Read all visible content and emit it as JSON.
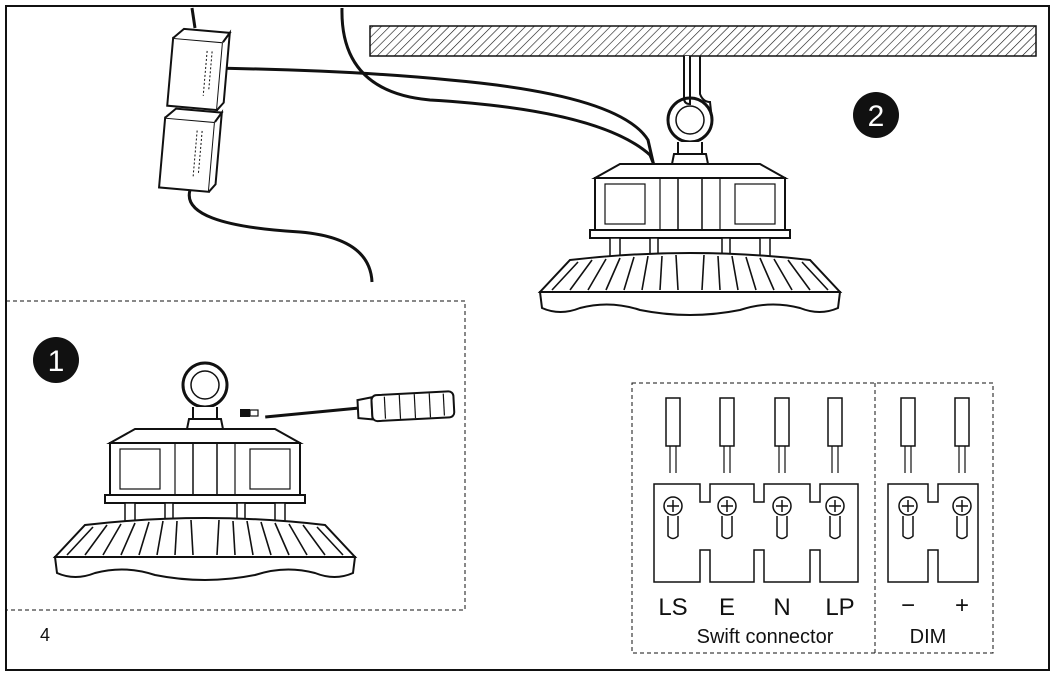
{
  "page_number": "4",
  "steps": {
    "step1": "1",
    "step2": "2"
  },
  "terminals": {
    "swift": [
      "LS",
      "E",
      "N",
      "LP"
    ],
    "dim": [
      "−",
      "+"
    ]
  },
  "captions": {
    "swift": "Swift connector",
    "dim": "DIM"
  },
  "colors": {
    "line": "#111111",
    "background": "#ffffff"
  },
  "icons": [
    "screwdriver-icon",
    "screw-icon",
    "high-bay-lamp-icon",
    "eye-bolt-icon",
    "junction-box-icon",
    "terminal-screw-icon"
  ]
}
